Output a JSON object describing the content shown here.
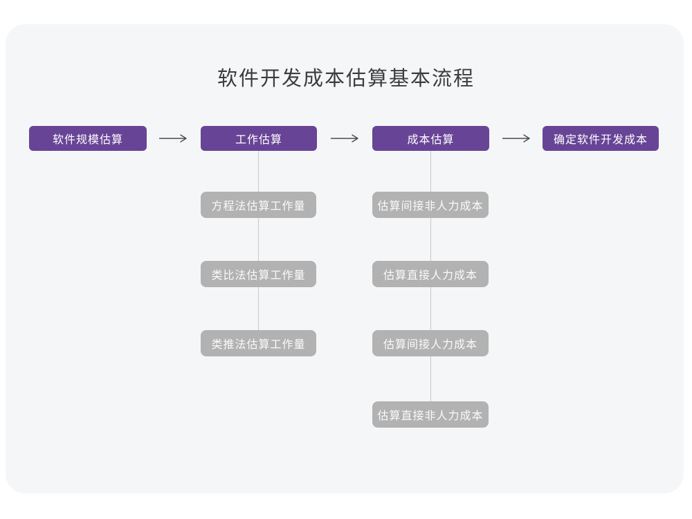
{
  "diagram": {
    "title": "软件开发成本估算基本流程",
    "stages": [
      {
        "label": "软件规模估算",
        "substeps": []
      },
      {
        "label": "工作估算",
        "substeps": [
          "方程法估算工作量",
          "类比法估算工作量",
          "类推法估算工作量"
        ]
      },
      {
        "label": "成本估算",
        "substeps": [
          "估算间接非人力成本",
          "估算直接人力成本",
          "估算间接人力成本",
          "估算直接非人力成本"
        ]
      },
      {
        "label": "确定软件开发成本",
        "substeps": []
      }
    ],
    "colors": {
      "page_bg": "#ffffff",
      "card_bg": "#f5f6f7",
      "title_color": "#3c3c3c",
      "stage_fill": "#684496",
      "stage_text": "#ffffff",
      "substep_fill": "#b2b2b2",
      "substep_text": "#fafafa",
      "connector": "#c9c9c9",
      "arrow": "#4a4a4a"
    }
  }
}
